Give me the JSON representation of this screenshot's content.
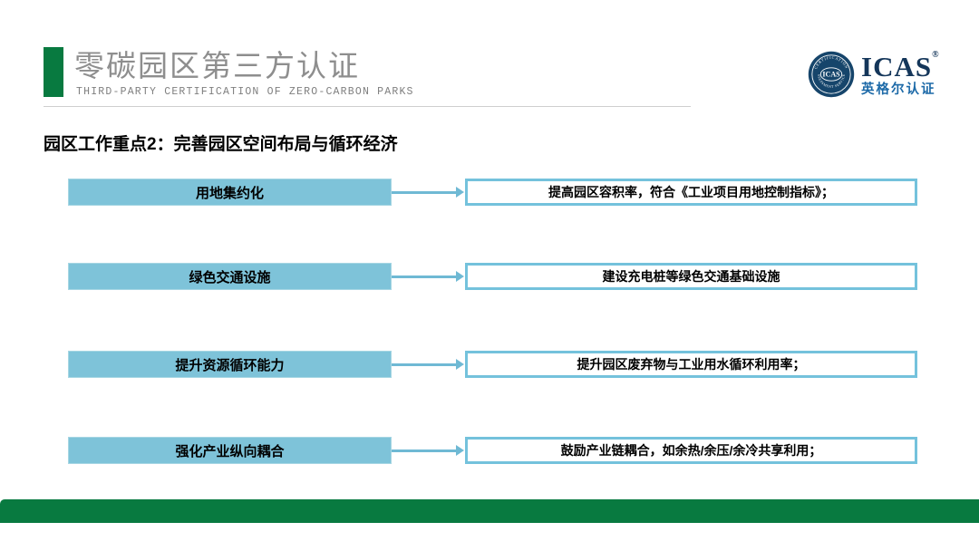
{
  "header": {
    "title": "零碳园区第三方认证",
    "subtitle": "THIRD-PARTY CERTIFICATION OF ZERO-CARBON PARKS"
  },
  "logo": {
    "brand": "ICAS",
    "registered_mark": "®",
    "brand_cn": "英格尔认证",
    "badge_center": "ICAS",
    "badge_ring_top": "CERTIFICATION",
    "badge_ring_bottom": "ASSESSMENT SERVICES",
    "navy": "#14365A",
    "blue": "#1D6AA8"
  },
  "section_title": "园区工作重点2：完善园区空间布局与循环经济",
  "rows": [
    {
      "left": "用地集约化",
      "right": "提高园区容积率，符合《工业项目用地控制指标》；"
    },
    {
      "left": "绿色交通设施",
      "right": "建设充电桩等绿色交通基础设施"
    },
    {
      "left": "提升资源循环能力",
      "right": "提升园区废弃物与工业用水循环利用率；"
    },
    {
      "left": "强化产业纵向耦合",
      "right": "鼓励产业链耦合，如余热/余压/余冷共享利用；"
    }
  ],
  "colors": {
    "accent_green": "#087A40",
    "box_fill": "#7EC3D9",
    "box_border": "#A6D6E3",
    "outline_border": "#74C2DC",
    "arrow": "#6FB9D4"
  }
}
